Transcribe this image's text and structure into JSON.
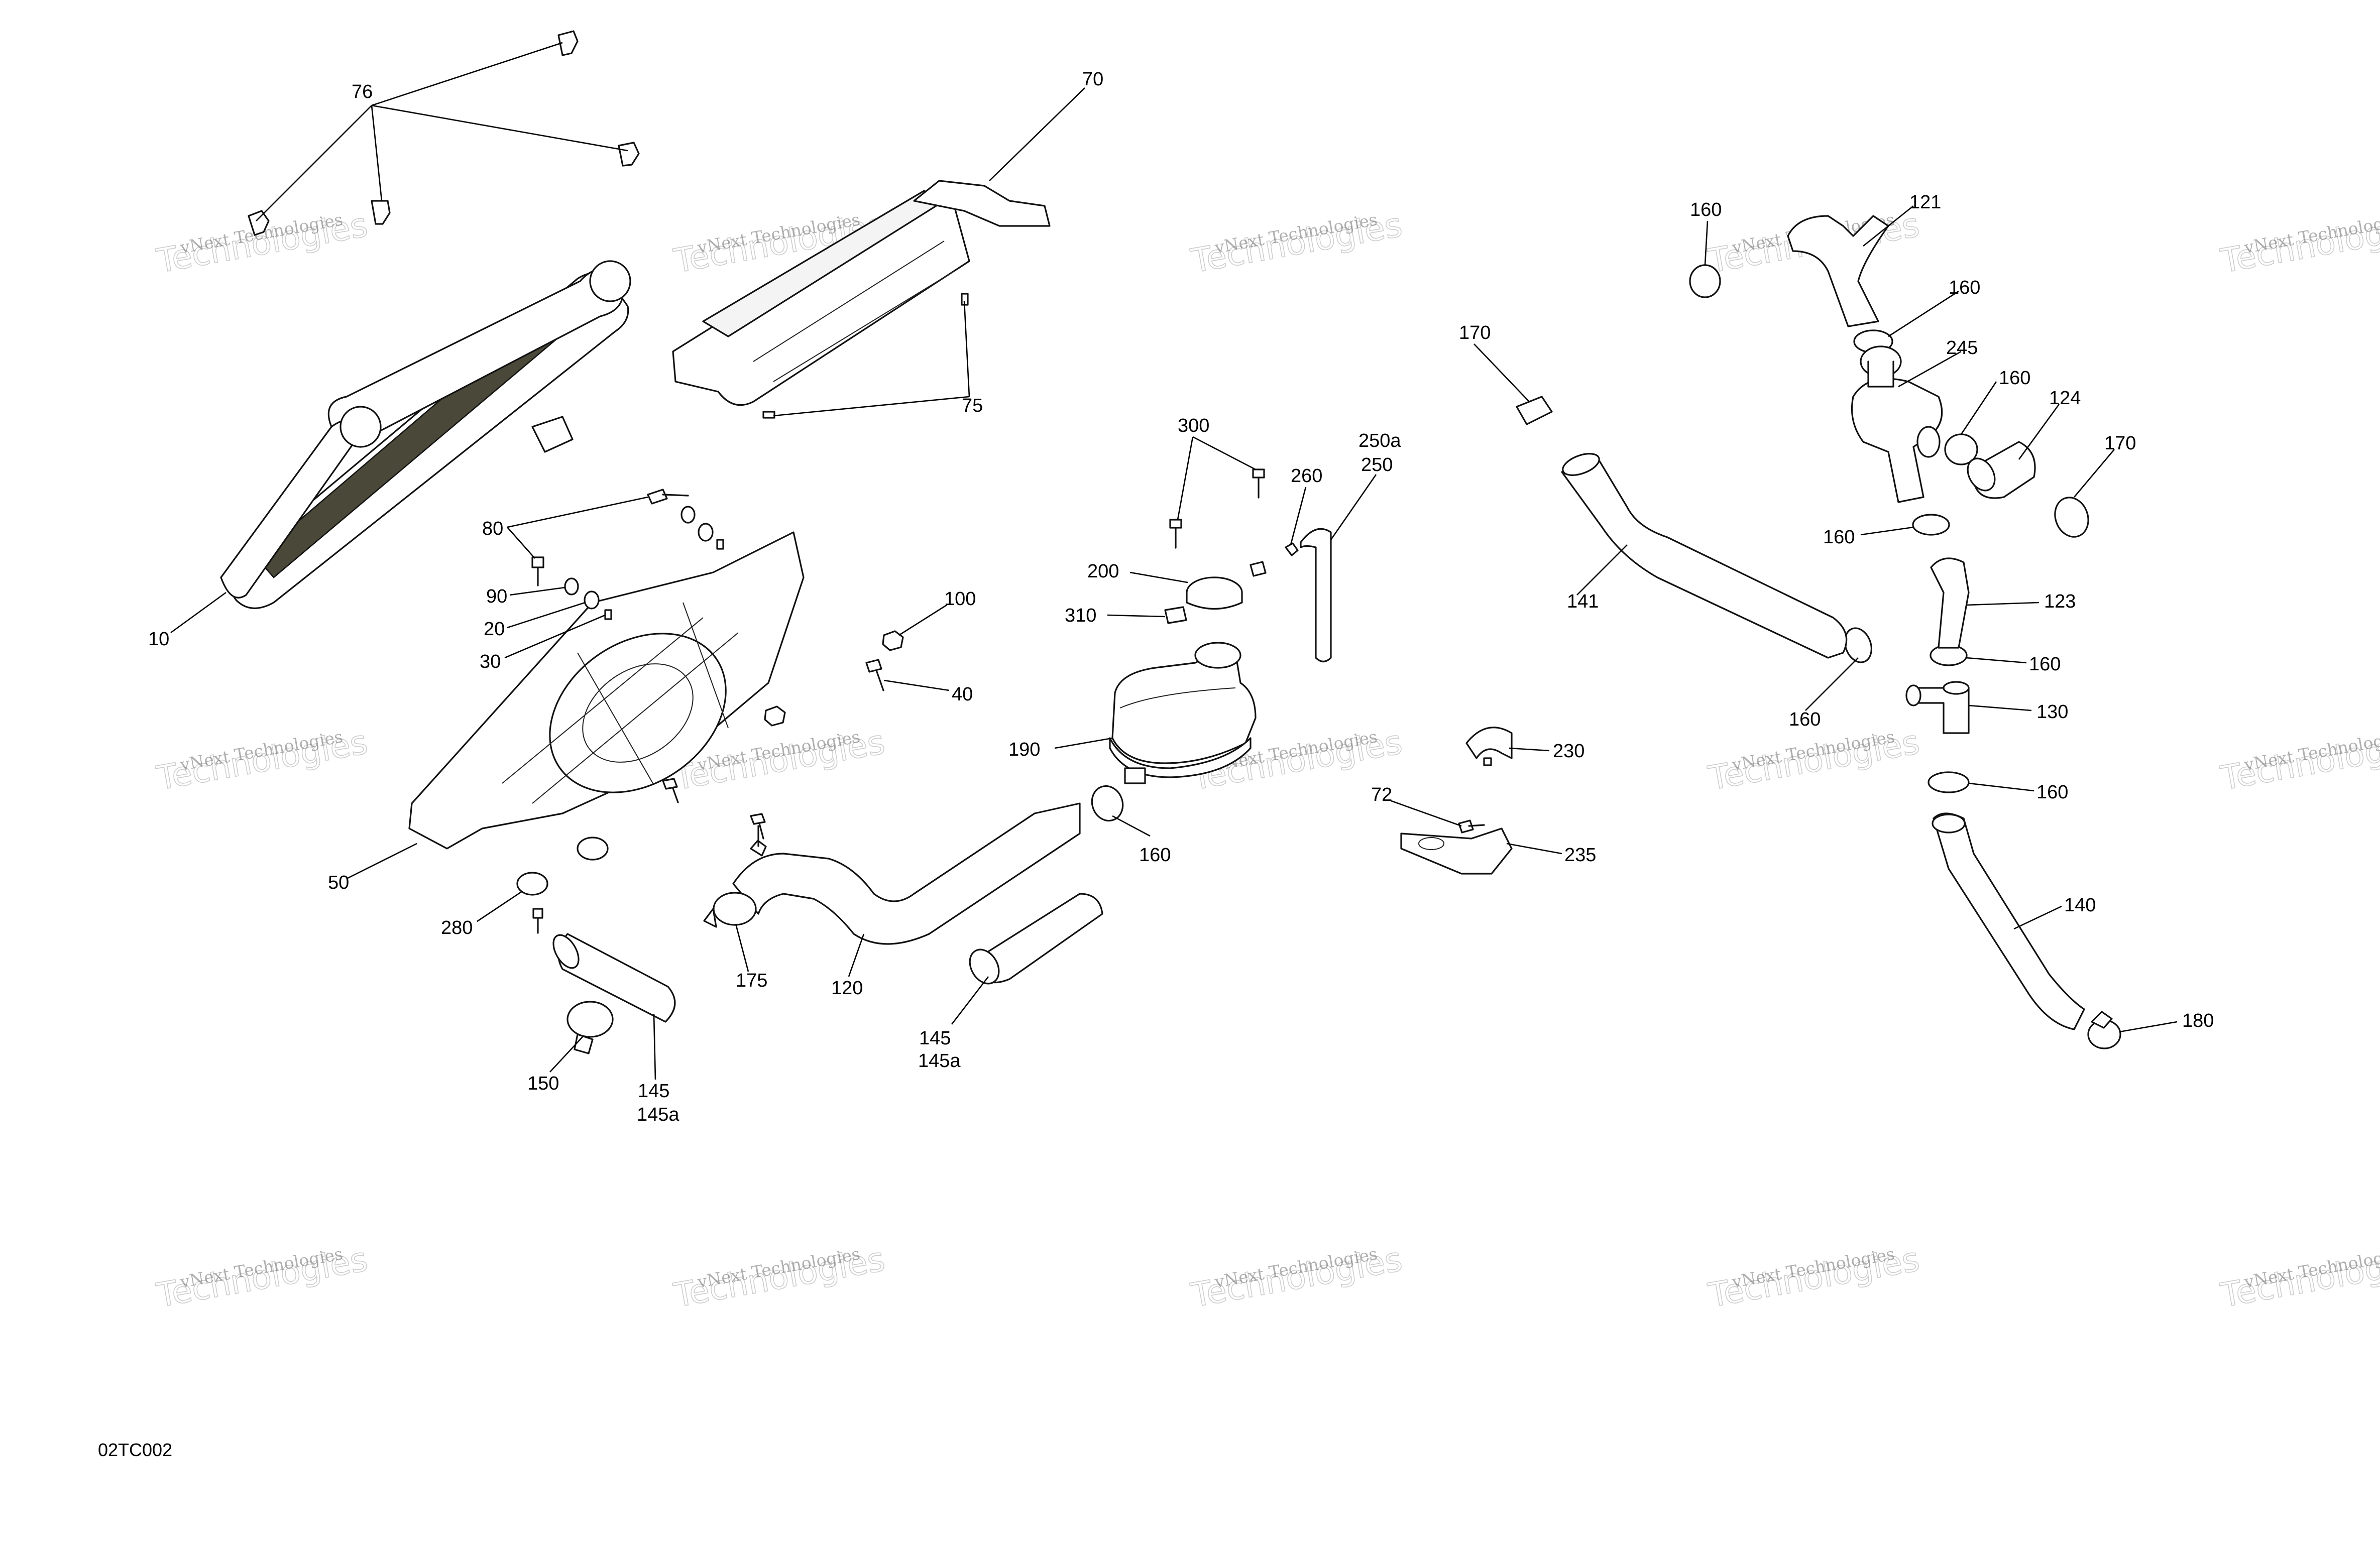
{
  "diagram": {
    "code": "02TC002",
    "watermark": {
      "line1": "vNext Technologies",
      "line2": "Technologies"
    },
    "callouts": {
      "c10": "10",
      "c20": "20",
      "c30": "30",
      "c40": "40",
      "c50": "50",
      "c70": "70",
      "c72": "72",
      "c75": "75",
      "c76": "76",
      "c80": "80",
      "c90": "90",
      "c100": "100",
      "c120": "120",
      "c121": "121",
      "c123": "123",
      "c124": "124",
      "c130": "130",
      "c140": "140",
      "c141": "141",
      "c145": "145",
      "c145a": "145a",
      "c150": "150",
      "c160": "160",
      "c170": "170",
      "c175": "175",
      "c180": "180",
      "c190": "190",
      "c200": "200",
      "c230": "230",
      "c235": "235",
      "c245": "245",
      "c250": "250",
      "c250a": "250a",
      "c260": "260",
      "c280": "280",
      "c300": "300",
      "c310": "310"
    }
  }
}
